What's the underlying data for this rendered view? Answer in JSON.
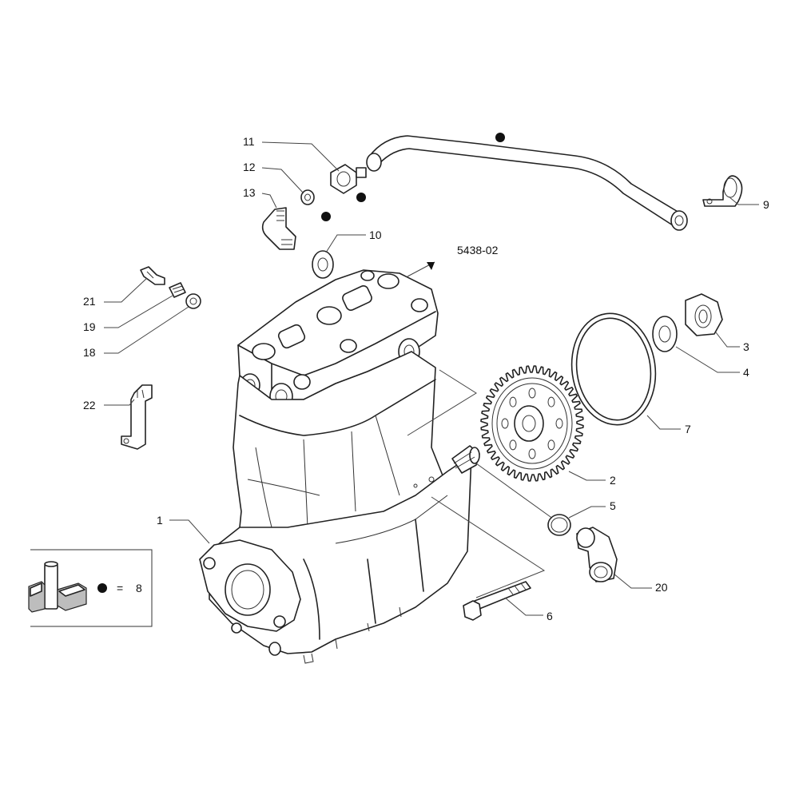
{
  "reference_code": "5438-02",
  "callouts": {
    "c1": "1",
    "c2": "2",
    "c3": "3",
    "c4": "4",
    "c5": "5",
    "c6": "6",
    "c7": "7",
    "c8": "8",
    "c9": "9",
    "c10": "10",
    "c11": "11",
    "c12": "12",
    "c13": "13",
    "c18": "18",
    "c19": "19",
    "c20": "20",
    "c21": "21",
    "c22": "22"
  },
  "legend": {
    "equals": "="
  },
  "icons": {
    "bullet": "filled-dot",
    "kit": "parts-kit-icon"
  }
}
